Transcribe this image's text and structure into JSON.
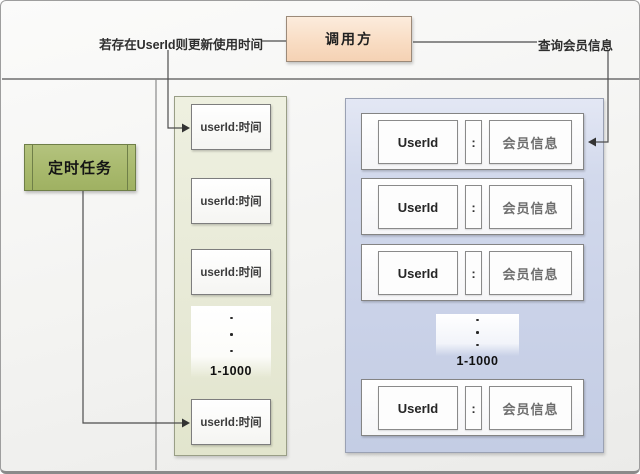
{
  "page": {
    "caller_label": "调用方",
    "left_annotation": "若存在UserId则更新使用时间",
    "right_annotation": "查询会员信息",
    "scheduled_task_label": "定时任务",
    "time_cache": {
      "items": [
        "userId:时间",
        "userId:时间",
        "userId:时间",
        "userId:时间"
      ],
      "range_label": "1-1000"
    },
    "member_cache": {
      "rows": [
        {
          "key": "UserId",
          "separator": ":",
          "value": "会员信息"
        },
        {
          "key": "UserId",
          "separator": ":",
          "value": "会员信息"
        },
        {
          "key": "UserId",
          "separator": ":",
          "value": "会员信息"
        },
        {
          "key": "UserId",
          "separator": ":",
          "value": "会员信息"
        }
      ],
      "range_label": "1-1000"
    },
    "colors": {
      "caller_fill": "#f8dcc2",
      "task_fill": "#a8b96d",
      "time_cache_fill": "#e9ebd9",
      "member_cache_fill": "#ccd4e8",
      "connector": "#4d4d4d"
    }
  }
}
